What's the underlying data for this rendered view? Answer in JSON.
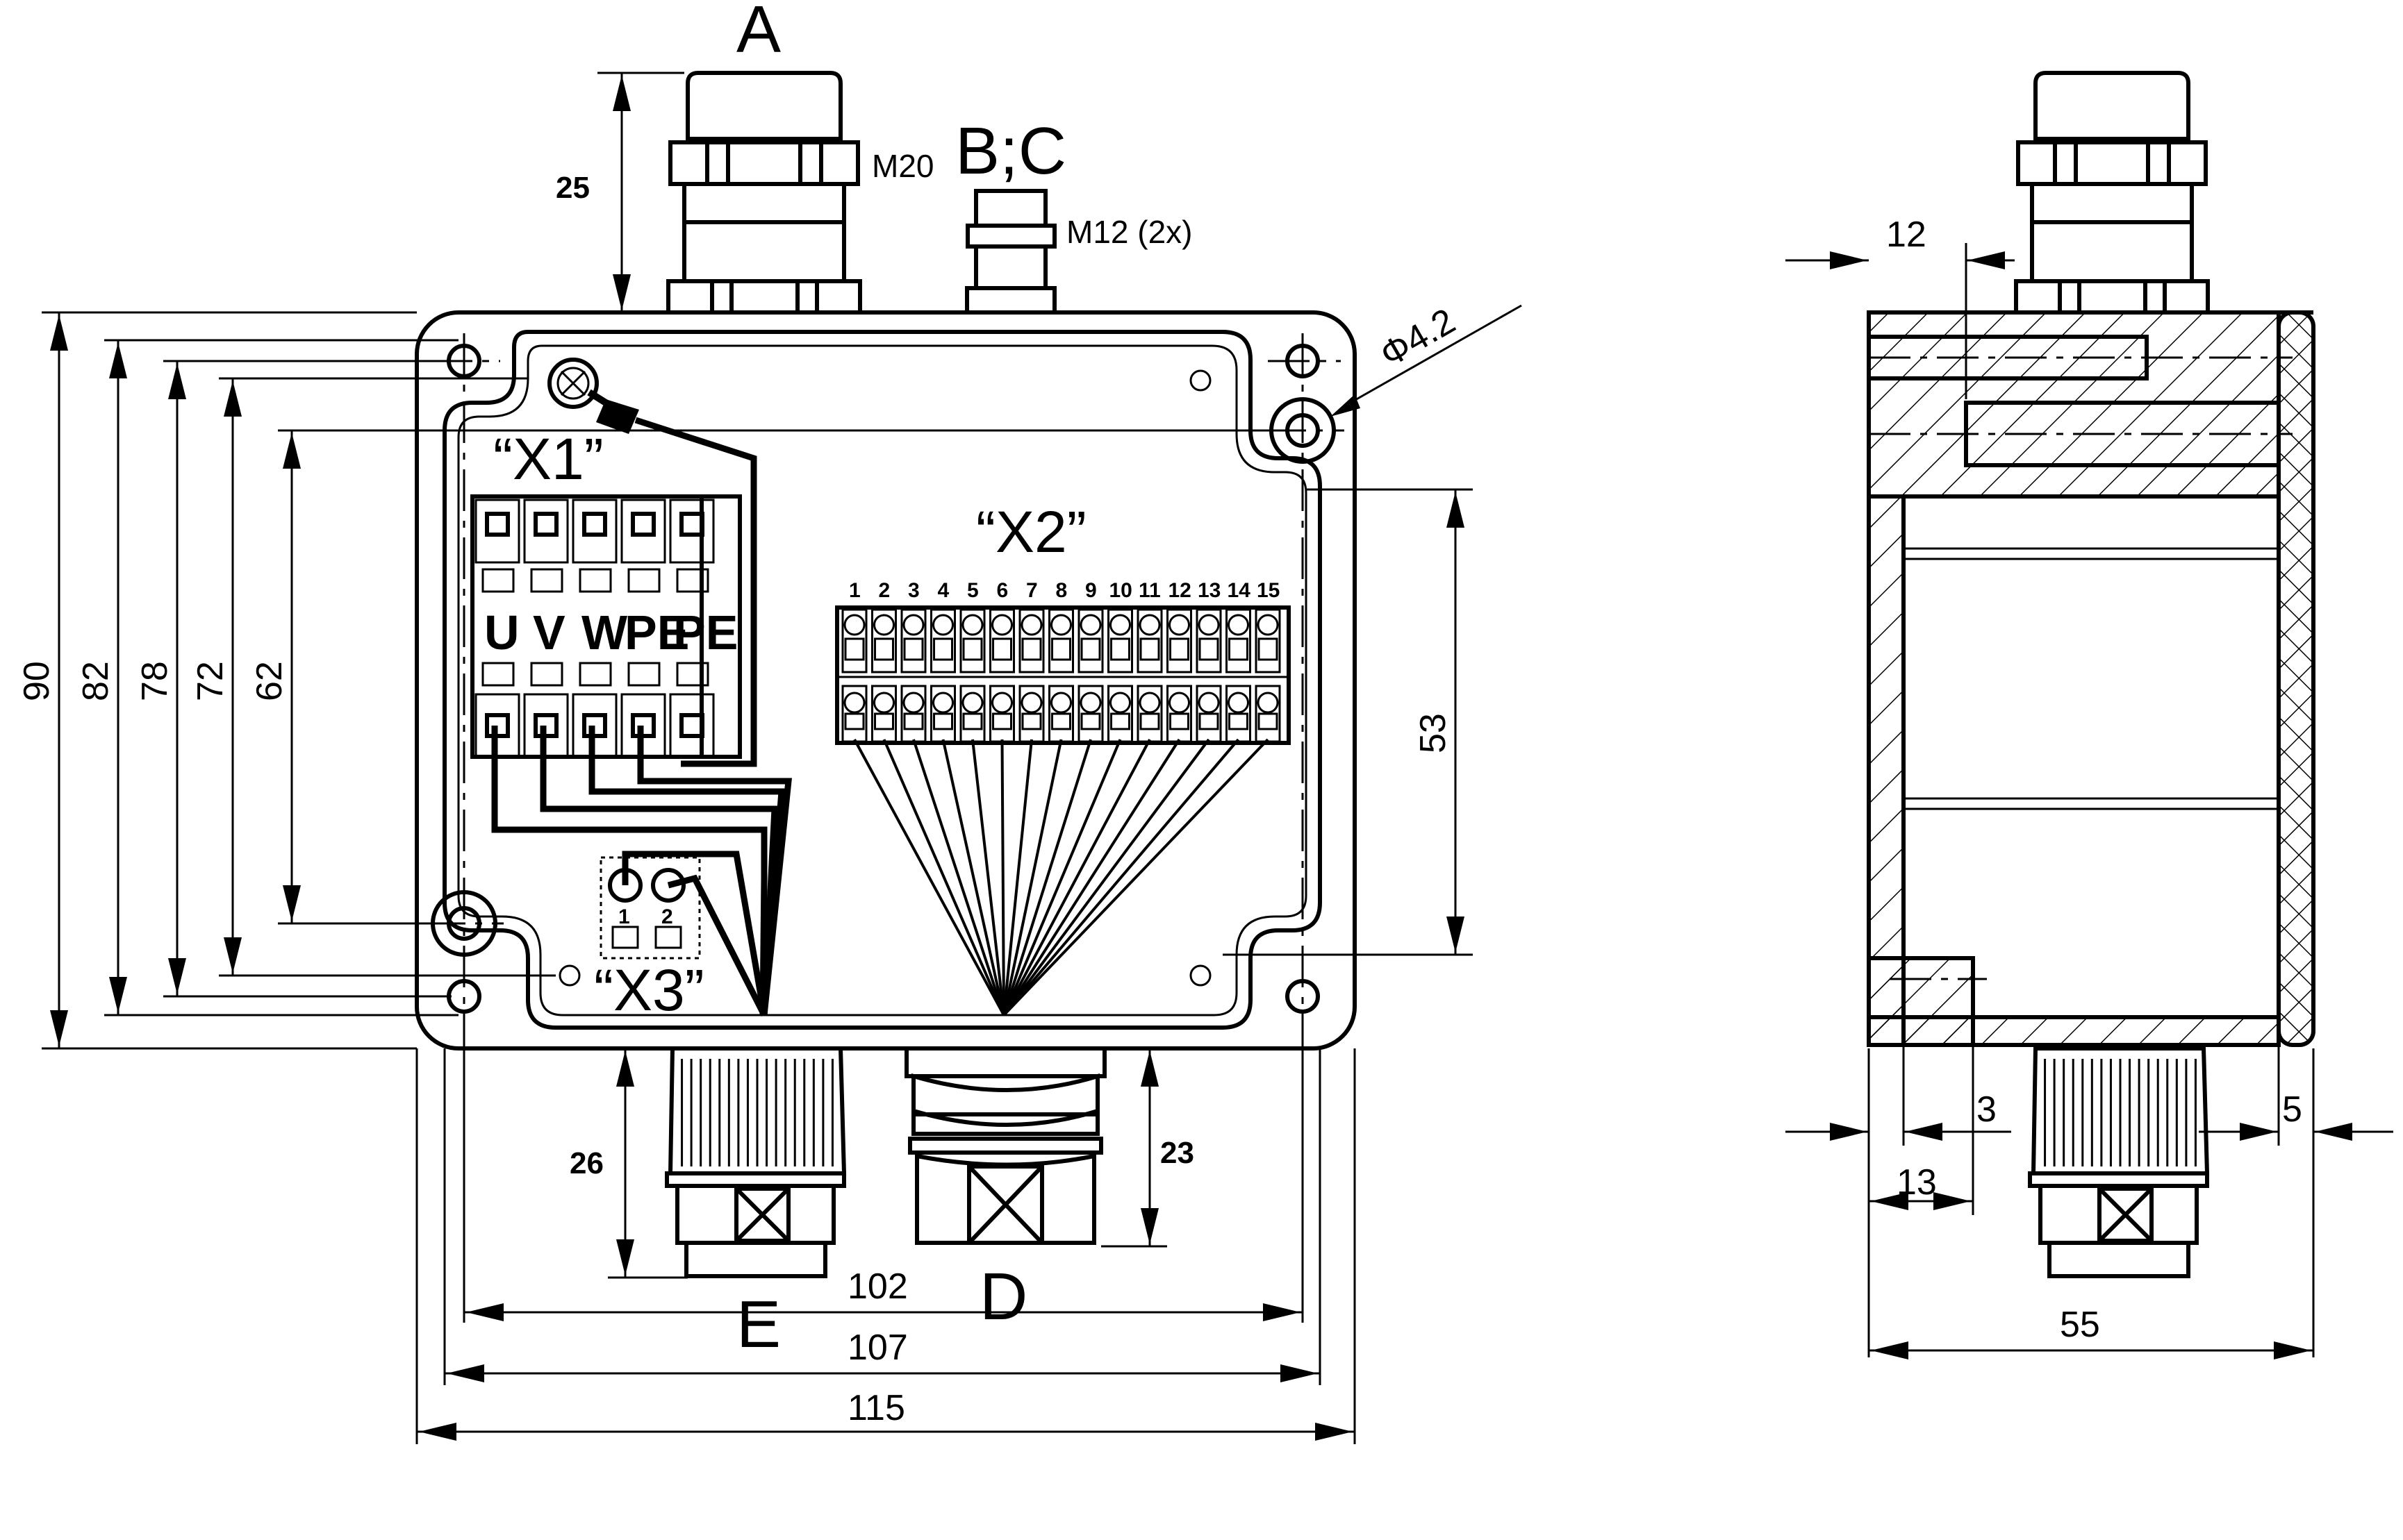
{
  "labels": {
    "a": "A",
    "bc": "B;C",
    "d": "D",
    "e": "E",
    "x1": "“X1”",
    "x2": "“X2”",
    "x3": "“X3”",
    "m20": "M20",
    "m12": "M12 (2x)",
    "hole": "Φ4.2"
  },
  "x1_terminals": [
    "U",
    "V",
    "W",
    "PE",
    "PE"
  ],
  "x2_terminals": [
    "1",
    "2",
    "3",
    "4",
    "5",
    "6",
    "7",
    "8",
    "9",
    "10",
    "11",
    "12",
    "13",
    "14",
    "15"
  ],
  "x3_terminals": [
    "1",
    "2"
  ],
  "dimensions": {
    "front": {
      "d25": "25",
      "d26": "26",
      "d23": "23",
      "d53": "53",
      "d90": "90",
      "d82": "82",
      "d78": "78",
      "d72": "72",
      "d62": "62",
      "d102": "102",
      "d107": "107",
      "d115": "115"
    },
    "side": {
      "d12": "12",
      "d3": "3",
      "d13": "13",
      "d5": "5",
      "d55": "55"
    }
  }
}
